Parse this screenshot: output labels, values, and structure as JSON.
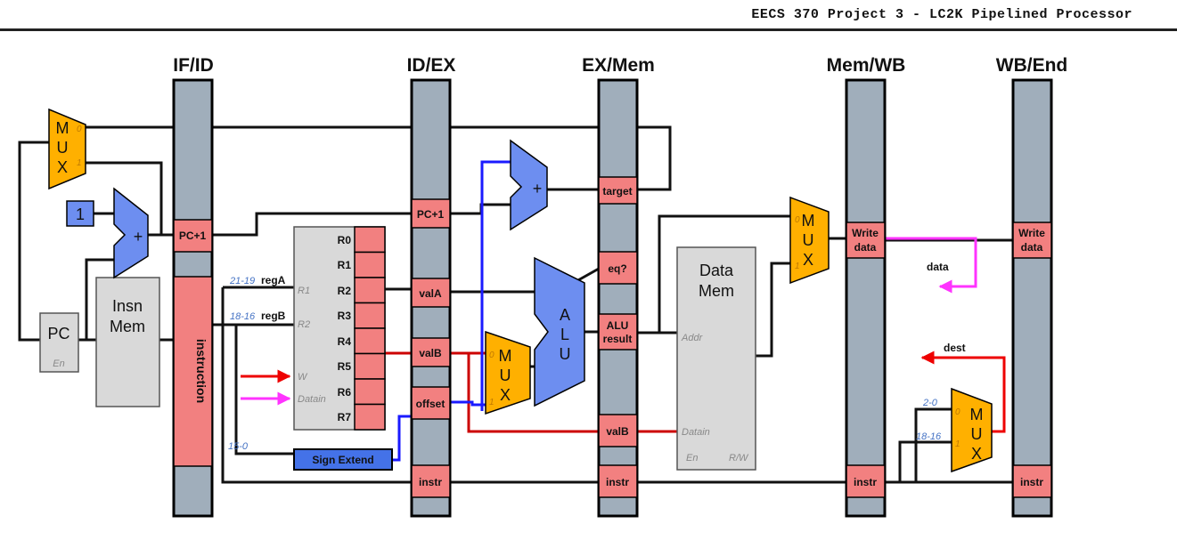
{
  "header": {
    "title": "EECS 370 Project 3 - LC2K Pipelined Processor"
  },
  "stages": {
    "ifid": "IF/ID",
    "idex": "ID/EX",
    "exmem": "EX/Mem",
    "memwb": "Mem/WB",
    "wbend": "WB/End"
  },
  "fields": {
    "ifid_pc1": "PC+1",
    "ifid_instruction": "instruction",
    "idex_pc1": "PC+1",
    "idex_valA": "valA",
    "idex_valB": "valB",
    "idex_offset": "offset",
    "idex_instr": "instr",
    "exmem_target": "target",
    "exmem_eq": "eq?",
    "exmem_alu1": "ALU",
    "exmem_alu2": "result",
    "exmem_valB": "valB",
    "exmem_instr": "instr",
    "memwb_write1": "Write",
    "memwb_write2": "data",
    "memwb_instr": "instr",
    "wbend_write1": "Write",
    "wbend_write2": "data",
    "wbend_instr": "instr"
  },
  "blocks": {
    "pc": "PC",
    "pc_en": "En",
    "insn_mem1": "Insn",
    "insn_mem2": "Mem",
    "const_one": "1",
    "plus": "+",
    "alu": [
      "A",
      "L",
      "U"
    ],
    "data_mem1": "Data",
    "data_mem2": "Mem",
    "dm_addr": "Addr",
    "dm_datain": "Datain",
    "dm_en": "En",
    "dm_rw": "R/W",
    "sign_extend": "Sign Extend"
  },
  "mux": {
    "letters": [
      "M",
      "U",
      "X"
    ],
    "sel0": "0",
    "sel1": "1"
  },
  "regfile": {
    "registers": [
      "R0",
      "R1",
      "R2",
      "R3",
      "R4",
      "R5",
      "R6",
      "R7"
    ],
    "port_r1": "R1",
    "port_r2": "R2",
    "port_w": "W",
    "port_datain": "Datain"
  },
  "wires": {
    "bits_regA": "21-19",
    "regA": "regA",
    "bits_regB": "18-16",
    "regB": "regB",
    "bits_offset": "15-0",
    "data": "data",
    "dest": "dest",
    "bits_dest0": "2-0",
    "bits_dest1": "18-16"
  },
  "colors": {
    "pipe_reg": "#a0aebb",
    "field": "#f28080",
    "mux": "#ffb000",
    "adder": "#6d8ef0",
    "memory": "#d9d9d9",
    "wire_red": "#cc0000",
    "wire_blue": "#1a1aff",
    "wire_magenta": "#ff33ff"
  }
}
